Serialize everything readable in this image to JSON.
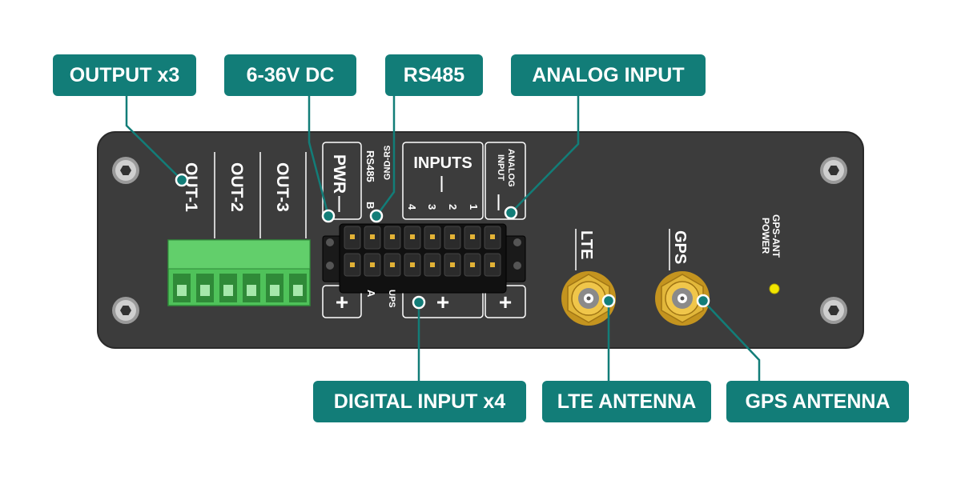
{
  "callouts": {
    "output": "OUTPUT x3",
    "power": "6-36V DC",
    "rs485": "RS485",
    "analog": "ANALOG INPUT",
    "digital": "DIGITAL INPUT x4",
    "lte_antenna": "LTE ANTENNA",
    "gps_antenna": "GPS ANTENNA"
  },
  "panel": {
    "outputs": [
      "OUT-1",
      "OUT-2",
      "OUT-3"
    ],
    "pwr": "PWR",
    "rs485_label": "RS485",
    "rs485_b": "B",
    "rs485_a": "A",
    "gnd_rs": "GND-RS",
    "ups": "UPS",
    "inputs_title": "INPUTS",
    "input_numbers": [
      "4",
      "3",
      "2",
      "1"
    ],
    "analog_label_1": "ANALOG",
    "analog_label_2": "INPUT",
    "minus": "—",
    "plus": "+",
    "lte": "LTE",
    "gps": "GPS",
    "gps_ant_label_1": "GPS-ANT",
    "gps_ant_label_2": "POWER"
  },
  "colors": {
    "callout_bg": "#127d78",
    "leader_line": "#127d78",
    "panel": "#3c3c3c",
    "terminal_block": "#4fc25a",
    "sma_gold": "#d4a32a",
    "led": "#f2e600"
  }
}
